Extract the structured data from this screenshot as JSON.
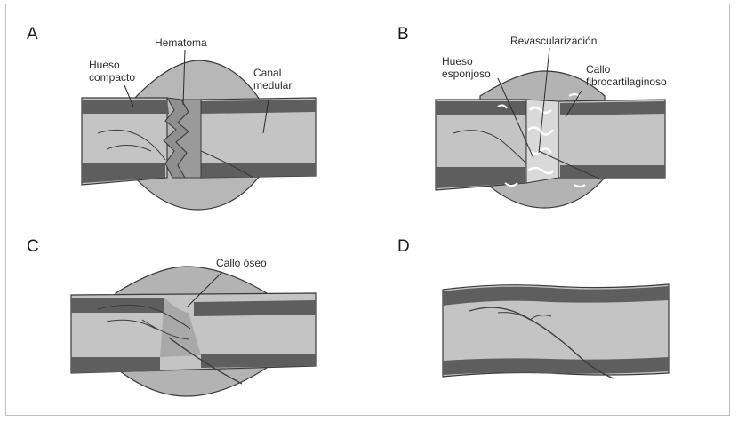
{
  "panels": [
    {
      "letter": "A",
      "labels": [
        "Hematoma",
        "Hueso",
        "compacto",
        "Canal",
        "medular"
      ]
    },
    {
      "letter": "B",
      "labels": [
        "Revascularización",
        "Hueso",
        "esponjoso",
        "Callo",
        "fibrocartilaginoso"
      ]
    },
    {
      "letter": "C",
      "labels": [
        "Callo óseo"
      ]
    },
    {
      "letter": "D",
      "labels": []
    }
  ],
  "colors": {
    "bone_light": "#c4c4c4",
    "bone_dark": "#5e5e5e",
    "callus": "#b3b3b3",
    "outline": "#3a3a3a",
    "frame": "#bfbfbf"
  }
}
